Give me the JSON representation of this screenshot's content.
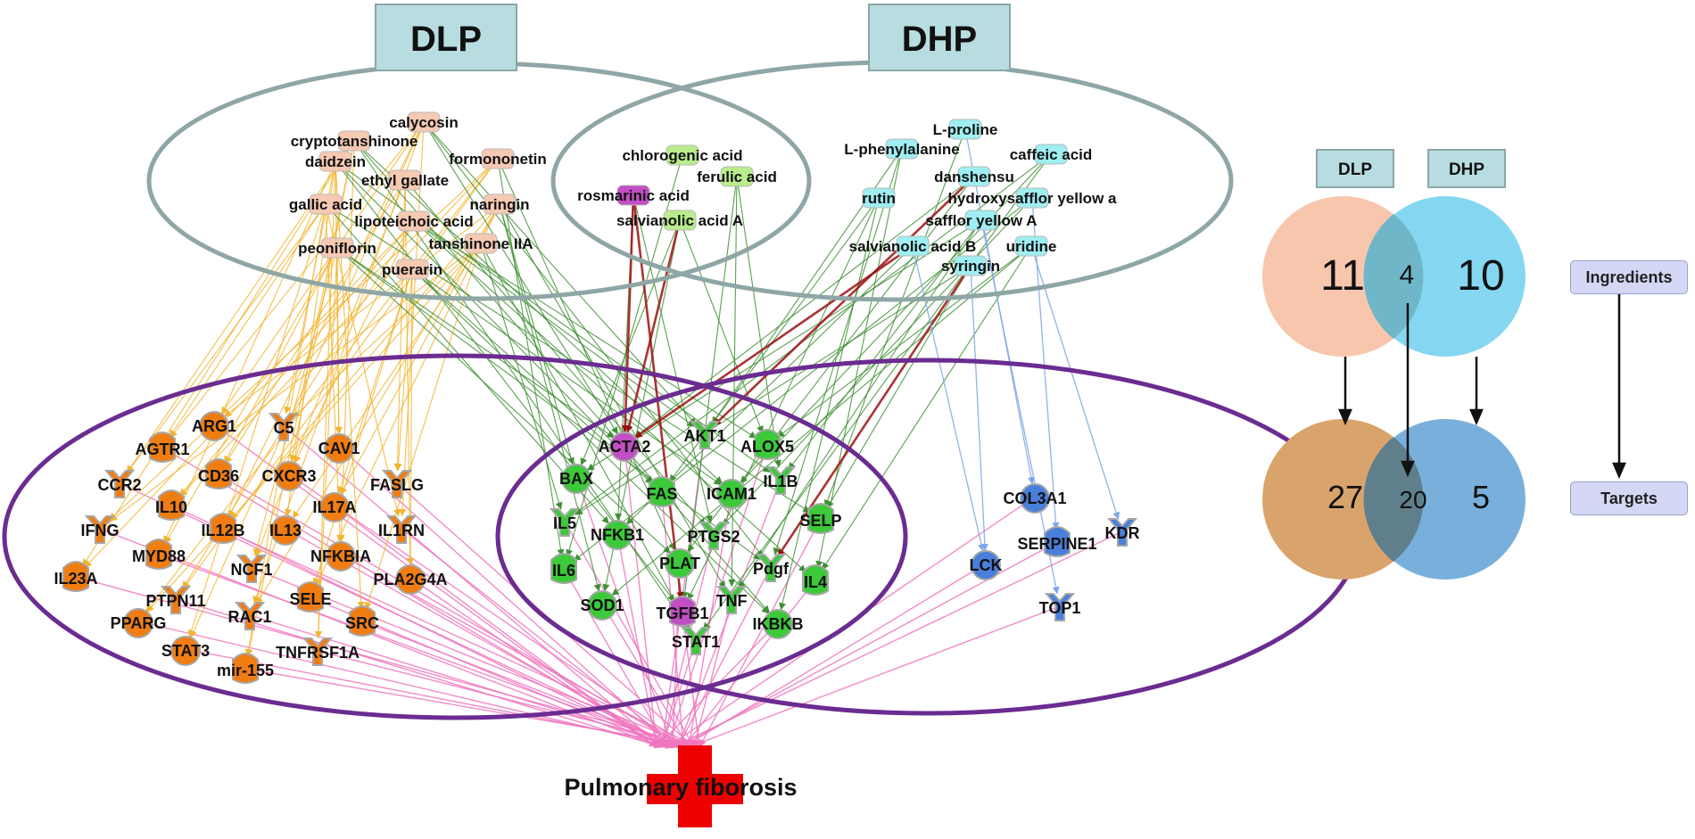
{
  "headers": {
    "dlp": "DLP",
    "dhp": "DHP"
  },
  "dlp_ingredients": [
    "calycosin",
    "cryptotanshinone",
    "formononetin",
    "daidzein",
    "ethyl gallate",
    "naringin",
    "gallic acid",
    "lipoteichoic acid",
    "tanshinone IIA",
    "peoniflorin",
    "puerarin"
  ],
  "shared_ingredients": [
    "chlorogenic acid",
    "ferulic acid",
    "rosmarinic acid",
    "salvianolic acid A"
  ],
  "dhp_ingredients": [
    "L-proline",
    "L-phenylalanine",
    "caffeic acid",
    "danshensu",
    "rutin",
    "hydroxysafflor yellow a",
    "safflor yellow A",
    "salvianolic acid B",
    "uridine",
    "syringin"
  ],
  "dlp_targets": [
    "ARG1",
    "C5",
    "AGTR1",
    "CAV1",
    "CCR2",
    "CD36",
    "CXCR3",
    "FASLG",
    "IL10",
    "IL17A",
    "IFNG",
    "IL12B",
    "IL13",
    "IL1RN",
    "MYD88",
    "NFKBIA",
    "NCF1",
    "IL23A",
    "PLA2G4A",
    "PTPN11",
    "SELE",
    "PPARG",
    "RAC1",
    "SRC",
    "STAT3",
    "TNFRSF1A",
    "mir-155"
  ],
  "shared_targets": [
    "ACTA2",
    "AKT1",
    "ALOX5",
    "BAX",
    "IL1B",
    "FAS",
    "ICAM1",
    "IL5",
    "SELP",
    "NFKB1",
    "PTGS2",
    "IL6",
    "PLAT",
    "Pdgf",
    "IL4",
    "SOD1",
    "TNF",
    "TGFB1",
    "IKBKB",
    "STAT1"
  ],
  "dhp_targets": [
    "COL3A1",
    "KDR",
    "SERPINE1",
    "LCK",
    "TOP1"
  ],
  "disease": "Pulmonary fiborosis",
  "venn": {
    "dlp_label": "DLP",
    "dhp_label": "DHP",
    "ingredients": {
      "dlp_only": "11",
      "shared": "4",
      "dhp_only": "10",
      "label": "Ingredients"
    },
    "targets": {
      "dlp_only": "27",
      "shared": "20",
      "dhp_only": "5",
      "label": "Targets"
    }
  },
  "colors": {
    "dlp_ingredient": "#f6c9b2",
    "shared_ingredient": "#b9ec8c",
    "rosmarinic": "#c24ec4",
    "dhp_ingredient": "#9feef2",
    "dlp_target": "#f07d12",
    "shared_target": "#3cc93a",
    "dhp_target": "#4a7fdc",
    "acta2": "#c24ec4",
    "edge_dlp": "#f2b531",
    "edge_shared": "#3f8f34",
    "edge_dark": "#9c1010",
    "edge_dhp": "#7ea6e8",
    "edge_disease": "#f076be",
    "ring_ingredients": "#8fa6a6",
    "ring_targets": "#6b2c91",
    "venn_dlp_ing": "#f8c6ad",
    "venn_dhp_ing": "#78d3f0",
    "venn_dlp_tgt": "#d9a46c",
    "venn_dhp_tgt": "#6ea9d8"
  }
}
